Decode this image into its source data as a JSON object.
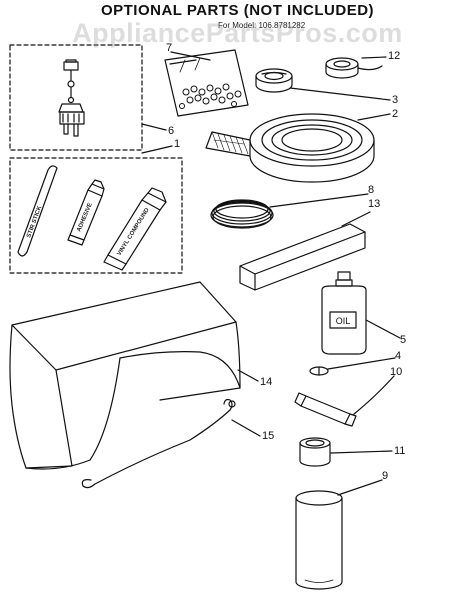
{
  "header": {
    "title": "OPTIONAL PARTS (NOT INCLUDED)",
    "model_prefix": "For Model:",
    "model_number": "106.8781282"
  },
  "watermark": "AppliancePartsPros.com",
  "callouts": [
    "7",
    "12",
    "3",
    "2",
    "6",
    "1",
    "8",
    "13",
    "5",
    "4",
    "10",
    "14",
    "15",
    "11",
    "9"
  ],
  "item_labels": {
    "oil_bottle": "OIL",
    "stick": "STIR STICK",
    "tube_small": "ADHESIVE",
    "tube_large": "VINYL COMPOUND"
  },
  "colors": {
    "ink": "#111111",
    "watermark": "#969696",
    "paper": "#ffffff"
  }
}
